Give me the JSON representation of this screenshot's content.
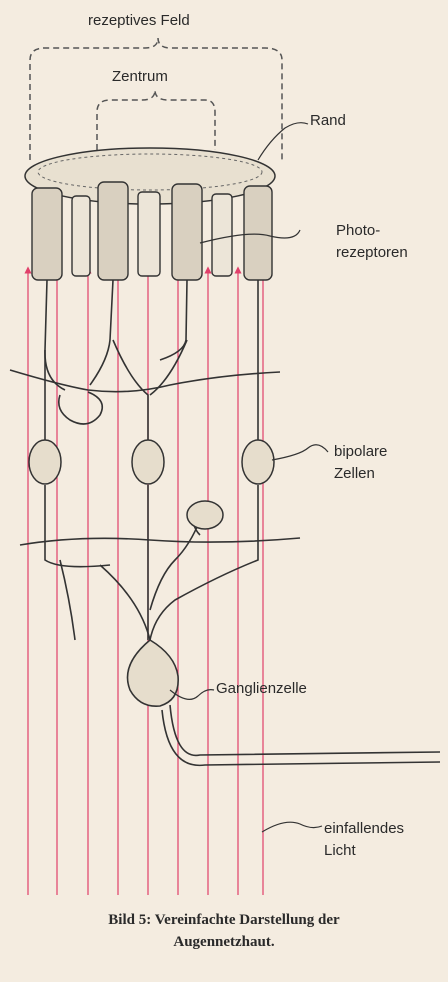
{
  "labels": {
    "receptive_field": "rezeptives Feld",
    "center": "Zentrum",
    "edge": "Rand",
    "photoreceptors_1": "Photo-",
    "photoreceptors_2": "rezeptoren",
    "bipolar_1": "bipolare",
    "bipolar_2": "Zellen",
    "ganglion": "Ganglienzelle",
    "light_1": "einfallendes",
    "light_2": "Licht"
  },
  "caption": {
    "line1": "Bild 5: Vereinfachte Darstellung der",
    "line2": "Augennetzhaut."
  },
  "colors": {
    "background": "#f4ece0",
    "ink": "#2a2a2a",
    "light_rays": "#e0406a"
  }
}
